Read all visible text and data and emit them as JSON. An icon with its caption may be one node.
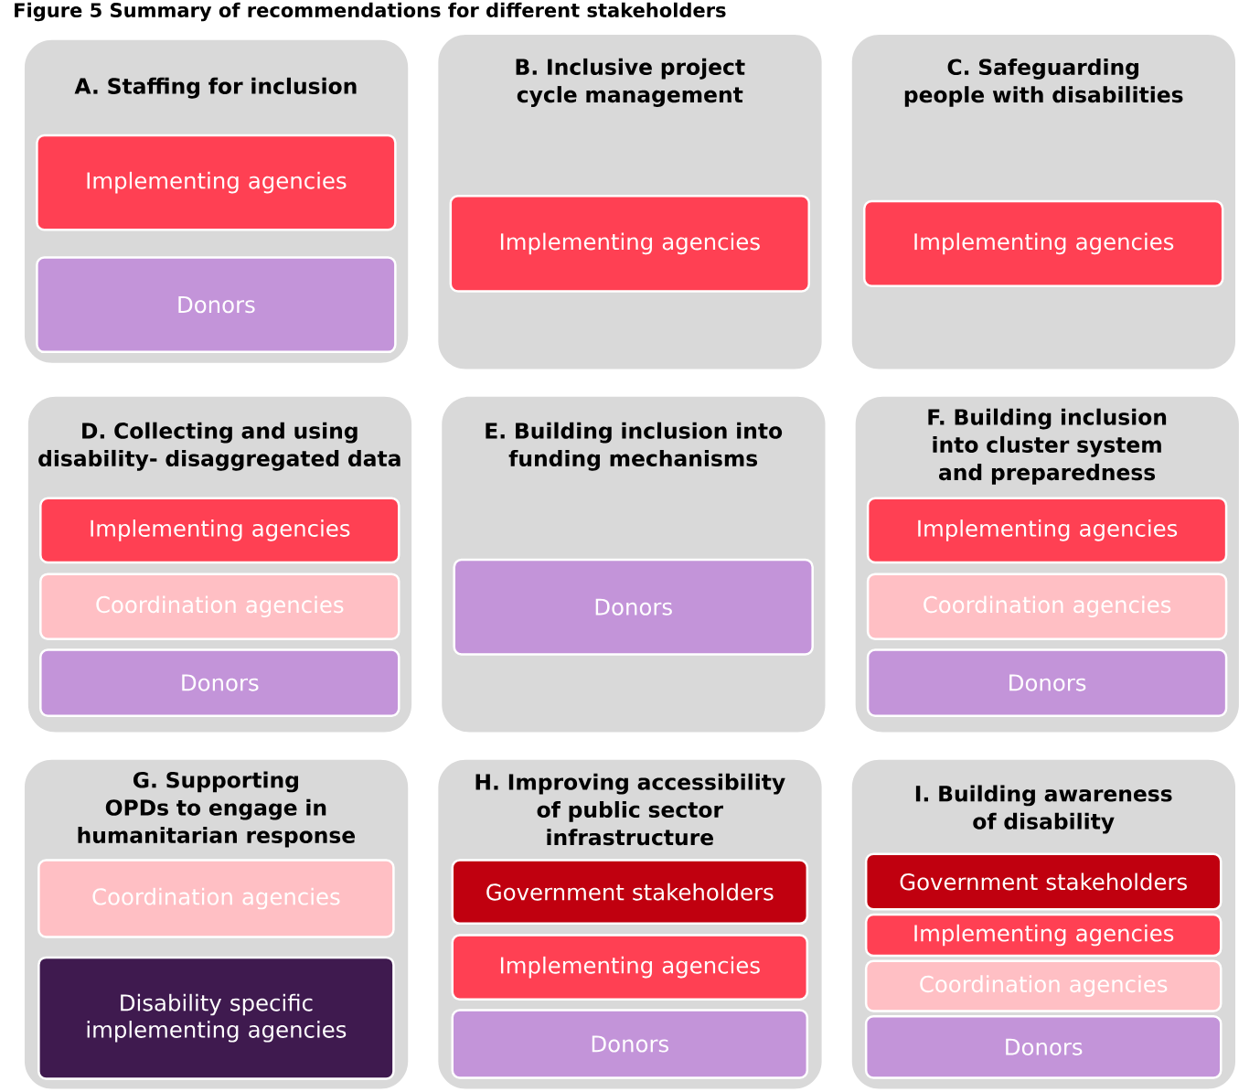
{
  "diagram": {
    "title": "Figure 5 Summary of recommendations for different stakeholders",
    "nodes": [
      {
        "text": [
          "A. Staffing for inclusion"
        ]
      },
      {
        "text": [
          "Implementing agencies"
        ],
        "in": 0
      },
      {
        "text": [
          "Donors"
        ],
        "in": 0
      },
      {
        "text": [
          "B. Inclusive project cycle management"
        ]
      },
      {
        "text": [
          "Implementing agencies"
        ],
        "in": 3
      },
      {
        "text": [
          "C. Safeguarding people with disabilities"
        ]
      },
      {
        "text": [
          "Implementing agencies"
        ],
        "in": 5
      },
      {
        "text": [
          "D. Collecting and using disability- disaggregated data"
        ]
      },
      {
        "text": [
          "Implementing agencies"
        ],
        "in": 7
      },
      {
        "text": [
          "Coordination agencies"
        ],
        "in": 7
      },
      {
        "text": [
          "Donors"
        ],
        "in": 7
      },
      {
        "text": [
          "E. Building inclusion into funding mechanisms"
        ]
      },
      {
        "text": [
          "Donors"
        ],
        "in": 11
      },
      {
        "text": [
          "F. Building inclusion into cluster system and preparedness"
        ]
      },
      {
        "text": [
          "Implementing agencies"
        ],
        "in": 13
      },
      {
        "text": [
          "Coordination agencies"
        ],
        "in": 13
      },
      {
        "text": [
          "Donors"
        ],
        "in": 13
      },
      {
        "text": [
          "G. Supporting OPDs to engage in humanitarian response"
        ]
      },
      {
        "text": [
          "Coordination agencies"
        ],
        "in": 17
      },
      {
        "text": [
          "Disability specific implementing agencies"
        ],
        "in": 17
      },
      {
        "text": [
          "H. Improving accessibility of public sector infrastructure"
        ]
      },
      {
        "text": [
          "Government stakeholders"
        ],
        "in": 20
      },
      {
        "text": [
          "Implementing agencies"
        ],
        "in": 20
      },
      {
        "text": [
          "Donors"
        ],
        "in": 20
      },
      {
        "text": [
          "I. Building awareness of disability"
        ]
      },
      {
        "text": [
          "Government stakeholders"
        ],
        "in": 24
      },
      {
        "text": [
          "Implementing agencies"
        ],
        "in": 24
      },
      {
        "text": [
          "Coordination agencies"
        ],
        "in": 24
      },
      {
        "text": [
          "Donors"
        ],
        "in": 24
      }
    ]
  }
}
